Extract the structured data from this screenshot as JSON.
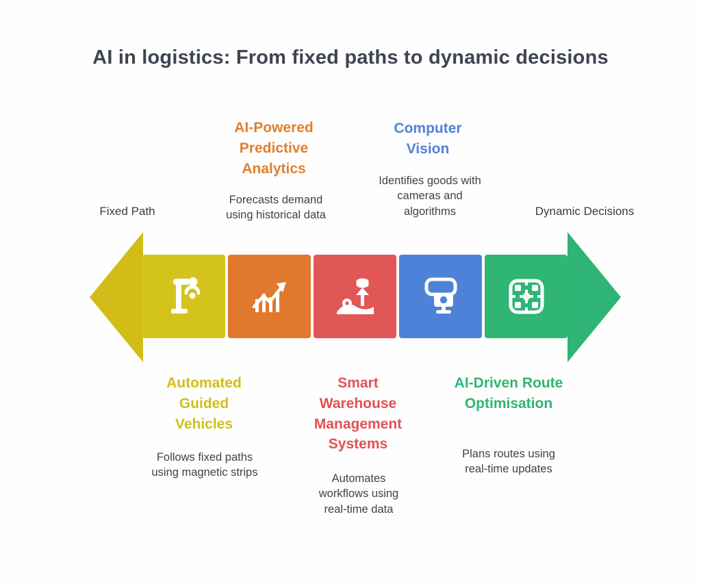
{
  "page": {
    "title": "AI in logistics: From fixed paths to dynamic decisions"
  },
  "endpoints": {
    "left": "Fixed Path",
    "right": "Dynamic Decisions"
  },
  "steps": [
    {
      "icon": "robot-arm-icon",
      "color": "#d5c31d",
      "title": "Automated Guided Vehicles",
      "description": "Follows fixed paths using magnetic strips",
      "label_side": "bottom"
    },
    {
      "icon": "trend-chart-icon",
      "color": "#e0782e",
      "title": "AI-Powered Predictive Analytics",
      "description": "Forecasts demand using historical data",
      "label_side": "top"
    },
    {
      "icon": "warehouse-automation-icon",
      "color": "#e15656",
      "title": "Smart Warehouse Management Systems",
      "description": "Automates workflows using real-time data",
      "label_side": "bottom"
    },
    {
      "icon": "computer-vision-icon",
      "color": "#4e82d8",
      "title": "Computer Vision",
      "description": "Identifies goods with cameras and algorithms",
      "label_side": "top"
    },
    {
      "icon": "route-grid-icon",
      "color": "#2fb574",
      "title": "AI-Driven Route Optimisation",
      "description": "Plans routes using real-time updates",
      "label_side": "bottom"
    }
  ],
  "colors": {
    "yellow": "#d5c31d",
    "orange": "#e0782e",
    "red": "#e15656",
    "blue": "#4e82d8",
    "green": "#2fb574",
    "left_arrow": "#d2bd18",
    "right_arrow": "#2eb474",
    "title_text": "#3e4450",
    "body_text": "#3c424c"
  }
}
